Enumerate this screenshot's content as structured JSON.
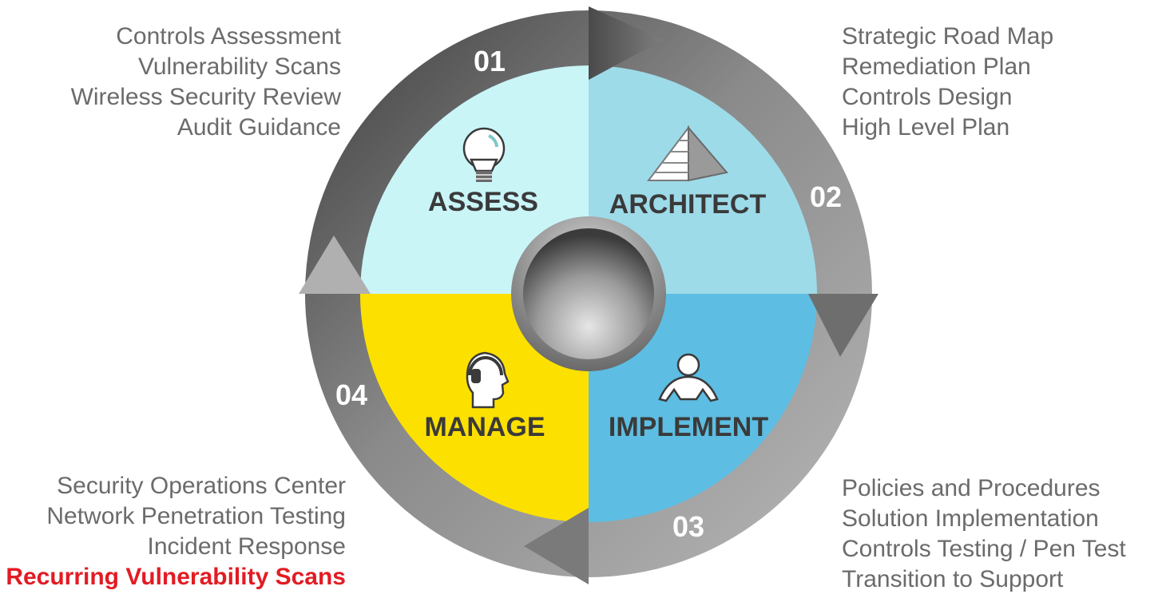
{
  "steps": [
    {
      "number": "01",
      "label": "ASSESS",
      "color": "#c9f5f7",
      "icon": "lightbulb-icon",
      "items": [
        "Controls Assessment",
        "Vulnerability Scans",
        "Wireless Security Review",
        "Audit Guidance"
      ]
    },
    {
      "number": "02",
      "label": "ARCHITECT",
      "color": "#9ddbe9",
      "icon": "pyramid-icon",
      "items": [
        "Strategic Road Map",
        "Remediation Plan",
        "Controls Design",
        "High Level Plan"
      ]
    },
    {
      "number": "03",
      "label": "IMPLEMENT",
      "color": "#5dbde2",
      "icon": "person-icon",
      "items": [
        "Policies and Procedures",
        "Solution Implementation",
        "Controls Testing / Pen Test",
        "Transition to Support"
      ]
    },
    {
      "number": "04",
      "label": "MANAGE",
      "color": "#fce000",
      "icon": "headset-icon",
      "items": [
        "Security Operations Center",
        "Network Penetration Testing",
        "Incident Response",
        "Recurring Vulnerability Scans"
      ]
    }
  ],
  "highlight_color": "#e31b23"
}
